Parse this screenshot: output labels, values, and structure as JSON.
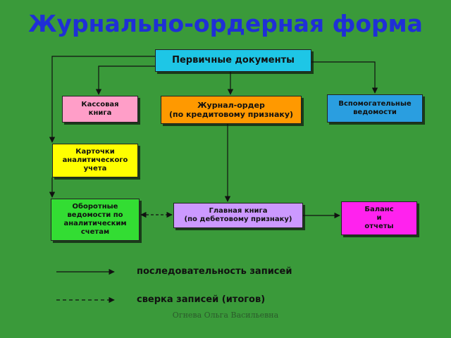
{
  "title": "Журнально-ордерная форма",
  "boxes": {
    "primary": "Первичные документы",
    "cash_book": "Кассовая\nкнига",
    "journal_order": "Журнал-ордер\n(по кредитовому признаку)",
    "auxiliary": "Вспомогательные\nведомости",
    "cards": "Карточки\nаналитического\nучета",
    "turnover": "Оборотные\nведомости по\nаналитическим\nсчетам",
    "general_ledger": "Главная книга\n(по дебетовому признаку)",
    "balance": "Баланс\nи\nотчеты"
  },
  "legend": {
    "solid": "последовательность записей",
    "dashed": "сверка записей (итогов)"
  },
  "author": "Огнева Ольга Васильевна",
  "colors": {
    "background": "#3a9a3a",
    "title": "#1f2fd6",
    "primary": "#1ec6e6",
    "cash_book": "#ff9ec8",
    "journal_order": "#ff9900",
    "auxiliary": "#2a9ee0",
    "cards": "#ffff00",
    "turnover": "#33dd33",
    "general_ledger": "#cc99ff",
    "balance": "#ff22ee"
  }
}
